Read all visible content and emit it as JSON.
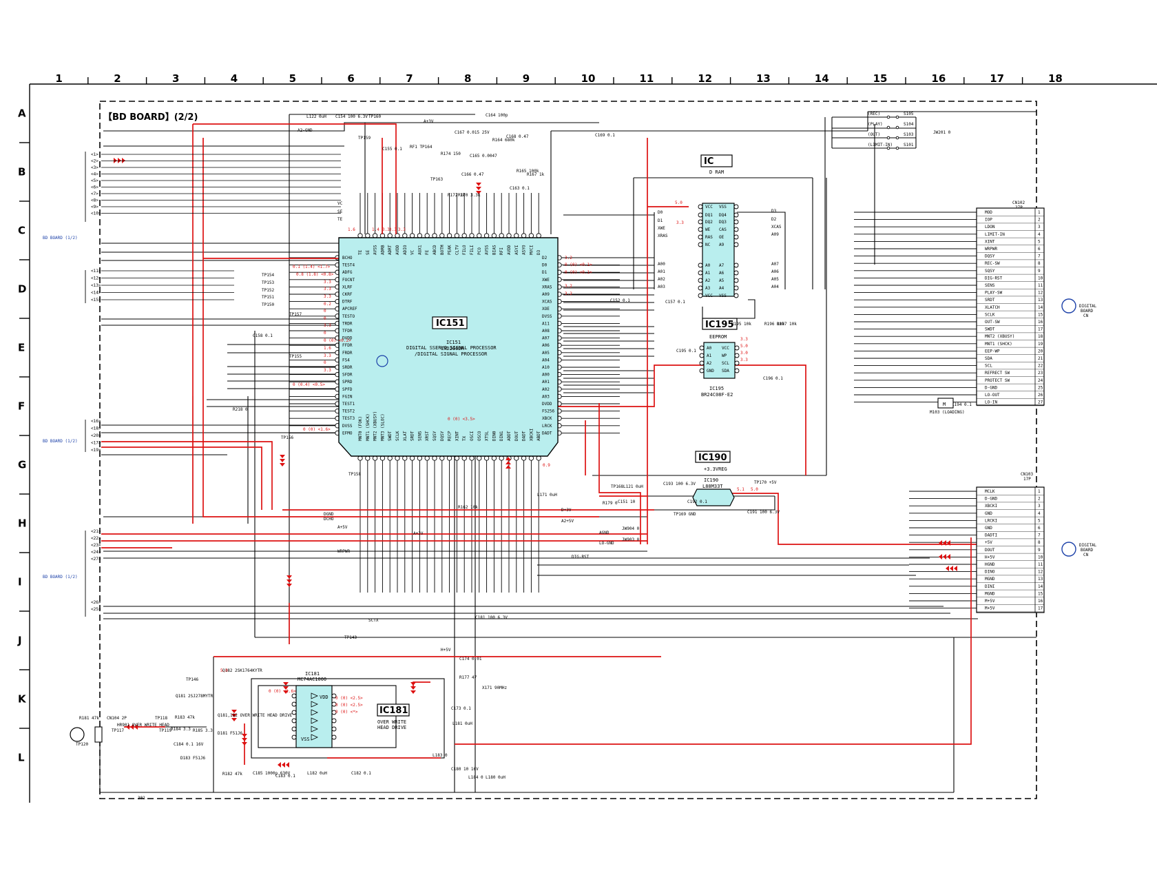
{
  "board_title": "【BD BOARD】(2/2)",
  "columns": [
    "1",
    "2",
    "3",
    "4",
    "5",
    "6",
    "7",
    "8",
    "9",
    "10",
    "11",
    "12",
    "13",
    "14",
    "15",
    "16",
    "17",
    "18"
  ],
  "rows": [
    "A",
    "B",
    "C",
    "D",
    "E",
    "F",
    "G",
    "H",
    "I",
    "J",
    "K",
    "L"
  ],
  "colors": {
    "wire": "#000000",
    "signal_red": "#dd1111",
    "ic_fill": "#b9eeee",
    "ref_blue": "#1a3fa8"
  },
  "ic151": {
    "box_label": "IC151",
    "ref": "IC151",
    "part": "CXD2662R",
    "desc1": "DIGITAL SSERVO SIGNAL PROCESSOR",
    "desc2": "/DIGITAL SIGNAL PROCESSOR",
    "left_pins": [
      "BCHO",
      "TEST4",
      "ADFG",
      "FOCNT",
      "XLRF",
      "CKRF",
      "DTRF",
      "APCREF",
      "TESTO",
      "TRDR",
      "TFDR",
      "DVDD",
      "FFDR",
      "FRDR",
      "FS4",
      "SRDR",
      "SFDR",
      "SPRD",
      "SPFD",
      "FGIN",
      "TEST1",
      "TEST2",
      "TEST3",
      "DVSS",
      "EFMO"
    ],
    "right_pins": [
      "D2",
      "D0",
      "D1",
      "XWE",
      "XRAS",
      "A09",
      "XCAS",
      "XOE",
      "DVSS",
      "A11",
      "A08",
      "A07",
      "A06",
      "A05",
      "A04",
      "A10",
      "A00",
      "A01",
      "A02",
      "A03",
      "DVDD",
      "FS256",
      "XBCK",
      "LRCK",
      "DADT"
    ],
    "top_pins": [
      "TE",
      "SE",
      "AVSS",
      "ADRB",
      "ADRT",
      "AVDD",
      "ADIO",
      "VC",
      "AUX1",
      "FE",
      "ABCD",
      "BOTM",
      "PEAK",
      "CLTV",
      "FILO",
      "FILI",
      "PCO",
      "AVSS",
      "BIAS",
      "RFI",
      "AVDD",
      "ASYI",
      "ASYO",
      "MVCI",
      "D3"
    ],
    "bottom_pins": [
      "MNT0 (FOK)",
      "MNT1 (SHCK)",
      "MNT2 (XBUSY)",
      "MNT3 (SLOC)",
      "SWDT",
      "SCLK",
      "XLAT",
      "SRDT",
      "SENS",
      "XRST",
      "SQSY",
      "DQSY",
      "RECP",
      "XINT",
      "TX",
      "OSCI",
      "OSCO",
      "XTSL",
      "DIN0",
      "DIN1",
      "ADDT",
      "DOUT",
      "DADT",
      "XBCKI",
      "ABDT"
    ]
  },
  "ic_dram": {
    "box_label": "IC",
    "desc": "D RAM",
    "left_pins": [
      "VCC",
      "DQ1",
      "DQ2",
      "WE",
      "RAS",
      "NC",
      "A0",
      "A1",
      "A2",
      "A3",
      "VCC"
    ],
    "right_pins": [
      "VSS",
      "DQ4",
      "DQ3",
      "CAS",
      "OE",
      "A9",
      "A7",
      "A6",
      "A5",
      "A4",
      "VSS"
    ],
    "left_nets": [
      "D0",
      "D1",
      "XWE",
      "XRAS",
      "A00",
      "A01",
      "A02",
      "A03"
    ],
    "right_nets": [
      "D3",
      "D2",
      "XCAS",
      "A09",
      "A07",
      "A06",
      "A05",
      "A04"
    ]
  },
  "ic195": {
    "box_label": "IC195",
    "desc": "EEPROM",
    "ref": "IC195",
    "part": "BR24C08F-E2",
    "left_pins": [
      "A0",
      "A1",
      "A2",
      "GND"
    ],
    "right_pins": [
      "VCC",
      "WP",
      "SCL",
      "SDA"
    ]
  },
  "ic190": {
    "box_label": "IC190",
    "desc": "+3.3VREG",
    "ref": "IC190",
    "part": "L88M33T"
  },
  "ic181": {
    "box_label": "IC181",
    "ref": "IC181",
    "part": "MC74AC1000",
    "desc1": "OVER WRITE",
    "desc2": "HEAD DRIVE",
    "pins": [
      "VDD",
      "VSS"
    ]
  },
  "cn102": {
    "ref": "CN102",
    "pins_count": "27P",
    "signals": [
      "MOD",
      "IOP",
      "LDON",
      "LIMIT-IN",
      "XINT",
      "WRPWR",
      "DQSY",
      "REC-SW",
      "SQSY",
      "DIG-RST",
      "SENS",
      "PLAY-SW",
      "SRDT",
      "XLATCH",
      "SCLK",
      "OUT-SW",
      "SWDT",
      "MNT2 (XBUSY)",
      "MNT1 (SHCK)",
      "EEP-WP",
      "SDA",
      "SCL",
      "REFRECT SW",
      "PROTECT SW",
      "D-GND",
      "LO-OUT",
      "LO-IN"
    ],
    "numbers": [
      "1",
      "2",
      "3",
      "4",
      "5",
      "6",
      "7",
      "8",
      "9",
      "10",
      "11",
      "12",
      "13",
      "14",
      "15",
      "16",
      "17",
      "18",
      "19",
      "20",
      "21",
      "22",
      "23",
      "24",
      "25",
      "26",
      "27"
    ],
    "dest1": "DIGITAL",
    "dest2": "BOARD",
    "dest3": "CN"
  },
  "cn103": {
    "ref": "CN103",
    "pins_count": "17P",
    "signals": [
      "MCLK",
      "D-GND",
      "XBCKI",
      "GND",
      "LRCKI",
      "GND",
      "DADTI",
      "+5V",
      "DOUT",
      "H+5V",
      "HGND",
      "DINO",
      "MGND",
      "DINI",
      "MGND",
      "M+5V",
      "M+5V"
    ],
    "numbers": [
      "1",
      "2",
      "3",
      "4",
      "5",
      "6",
      "7",
      "8",
      "9",
      "10",
      "11",
      "12",
      "13",
      "14",
      "15",
      "16",
      "17"
    ],
    "dest1": "DIGITAL",
    "dest2": "BOARD",
    "dest3": "CN"
  },
  "switches": [
    {
      "label": "(REC)",
      "ref": "S105"
    },
    {
      "label": "(PLAY)",
      "ref": "S104"
    },
    {
      "label": "(OUT)",
      "ref": "S103"
    },
    {
      "label": "(LIMIT-IN)",
      "ref": "S101"
    }
  ],
  "jw201": "JW201 0",
  "bd_board_ref": "BD BOARD (1/2)",
  "left_connector_nums_top": [
    "<1>",
    "<2>",
    "<3>",
    "<4>",
    "<5>",
    "<6>",
    "<7>",
    "<8>",
    "<9>",
    "<10>"
  ],
  "left_connector_nums_mid": [
    "<11>",
    "<12>",
    "<13>",
    "<14>",
    "<15>"
  ],
  "left_connector_nums_f": [
    "<16>",
    "<18>",
    "<20>",
    "<17>",
    "<19>"
  ],
  "left_connector_nums_h": [
    "<21>",
    "<22>",
    "<23>",
    "<24>",
    "<27>",
    "<26>",
    "<25>"
  ],
  "net_labels": [
    "A2-GND",
    "A+3V",
    "VC",
    "SE",
    "TE",
    "D+3V",
    "DGND",
    "A2+5V",
    "DCHO",
    "A+5V",
    "AGND",
    "WRPWR",
    "LO-GND",
    "DIG-RST",
    "A+3V",
    "SCTX",
    "H+5V"
  ],
  "components": [
    "L122 0uH",
    "C154 100 6.3V",
    "TP160",
    "TP159",
    "C155 0.1",
    "RF1 TP164",
    "C167 0.015 25V",
    "R174 150",
    "C165 0.0047",
    "C164 100p",
    "R164 680k",
    "C168 0.47",
    "C169 0.1",
    "TP163",
    "C166 0.47",
    "R172 1k",
    "R170 3.3k",
    "C163 0.1",
    "R165 100k",
    "R167 1k",
    "C152 0.1",
    "C157 0.1",
    "R195 10k",
    "R196 10k",
    "R197 10k",
    "C195 0.1",
    "C196 0.1",
    "C194 0.1",
    "M103 (LOADING)",
    "TP168",
    "L121 0uH",
    "C151 10",
    "R179 0",
    "C193 100 6.3V",
    "C192 0.1",
    "TP170 +5V",
    "C191 100 6.3V",
    "TP169 GND",
    "JW904 0",
    "JW903 0",
    "TP154",
    "TP153",
    "TP152",
    "TP151",
    "TP150",
    "TP157",
    "C158 0.1",
    "TP155",
    "R218 0",
    "TP156",
    "TP158",
    "TP143",
    "C174 0.01",
    "R177 47",
    "X171 90MHz",
    "C173 0.1",
    "L181 0uH",
    "L184 0",
    "L180 0uH",
    "L183 0",
    "C180 10 16V",
    "C181 100 6.3V",
    "L171 0uH",
    "R162 10k",
    "TP146",
    "Q181 2SJ278MYTR",
    "Q181,182 OVER WRITE HEAD DRIVE",
    "D181 F51J6",
    "D183 F51J6",
    "Q182 2SK1764KYTR",
    "R182 47k",
    "R183 47k",
    "R184 3.3",
    "R185 3.3",
    "C184 0.1 16V",
    "C185 1000p 630V",
    "C183 0.1",
    "L182 0uH",
    "C182 0.1",
    "R181 47k",
    "CN104 2P",
    "TP117",
    "TP118",
    "TP119",
    "TP120",
    "HR901 OVER WRITE HEAD",
    "301"
  ],
  "red_voltages": [
    "1.6",
    "1.4",
    "3.3",
    "3.3",
    "3.3",
    "0.1 (1.4) <1.7>",
    "0.8 (1.8) <0.8>",
    "3.3",
    "3.3",
    "3.3",
    "0.2",
    "0",
    "0",
    "3.3",
    "0",
    "0 (0) <0.2>",
    "1.6",
    "3.3",
    "0",
    "3.3",
    "0 (0.4) <0.5>",
    "0 (0) <1.6>",
    "3.2",
    "0 (0) <0.1>",
    "0 (0) <0.1>",
    "3.2",
    "3.2",
    "0 (0) <3.5>",
    "0.9",
    "5.0",
    "3.3",
    "5.1",
    "5.0",
    "3.3",
    "5.0",
    "3.0",
    "3.3",
    "5.0",
    "0 (0) <1.6>",
    "0 (0) <2.5>",
    "0 (0) <2.5>",
    "0 (0) <*>"
  ]
}
